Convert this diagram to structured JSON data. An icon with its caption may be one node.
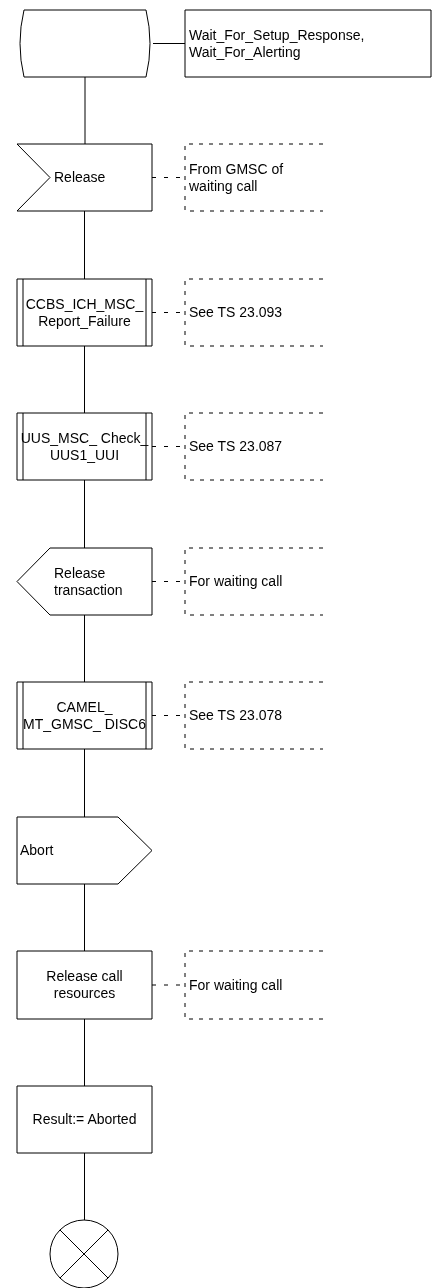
{
  "diagram": {
    "nodes": [
      {
        "text": [],
        "shape": "box"
      },
      {
        "text": [
          "Wait_For_Setup_Response, Wait_For_Alerting"
        ]
      },
      {
        "text": [
          "Release"
        ]
      },
      {
        "text": [
          "From GMSC of waiting call"
        ]
      },
      {
        "text": [
          "CCBS_ICH_MSC_ Report_Failure"
        ]
      },
      {
        "text": [
          "See TS 23.093"
        ]
      },
      {
        "text": [
          "UUS_MSC_ Check_ UUS1_UUI"
        ]
      },
      {
        "text": [
          "See TS 23.087"
        ]
      },
      {
        "text": [
          "Release transaction"
        ]
      },
      {
        "text": [
          "For waiting call"
        ]
      },
      {
        "text": [
          "CAMEL_ MT_GMSC_ DISC6"
        ]
      },
      {
        "text": [
          "See TS 23.078"
        ]
      },
      {
        "text": [
          "Abort"
        ]
      },
      {
        "text": [
          "Release call resources"
        ]
      },
      {
        "text": [
          "For waiting call"
        ]
      },
      {
        "text": [
          "Result:= Aborted"
        ]
      },
      {
        "text": [],
        "shape": "circle"
      }
    ],
    "edges": [
      {
        "from": 0,
        "to": 1,
        "arrow": "none"
      },
      {
        "from": 0,
        "to": 2,
        "arrow": "none"
      },
      {
        "from": 2,
        "to": 3,
        "arrow": "none",
        "style": "dashed"
      },
      {
        "from": 2,
        "to": 4,
        "arrow": "none"
      },
      {
        "from": 4,
        "to": 5,
        "arrow": "none",
        "style": "dashed"
      },
      {
        "from": 4,
        "to": 6,
        "arrow": "none"
      },
      {
        "from": 6,
        "to": 7,
        "arrow": "none",
        "style": "dashed"
      },
      {
        "from": 6,
        "to": 8,
        "arrow": "none"
      },
      {
        "from": 8,
        "to": 9,
        "arrow": "none",
        "style": "dashed"
      },
      {
        "from": 8,
        "to": 10,
        "arrow": "none"
      },
      {
        "from": 10,
        "to": 11,
        "arrow": "none",
        "style": "dashed"
      },
      {
        "from": 10,
        "to": 12,
        "arrow": "none"
      },
      {
        "from": 12,
        "to": 13,
        "arrow": "none"
      },
      {
        "from": 13,
        "to": 14,
        "arrow": "none",
        "style": "dashed"
      },
      {
        "from": 13,
        "to": 15,
        "arrow": "none"
      },
      {
        "from": 15,
        "to": 16,
        "arrow": "none"
      }
    ]
  }
}
